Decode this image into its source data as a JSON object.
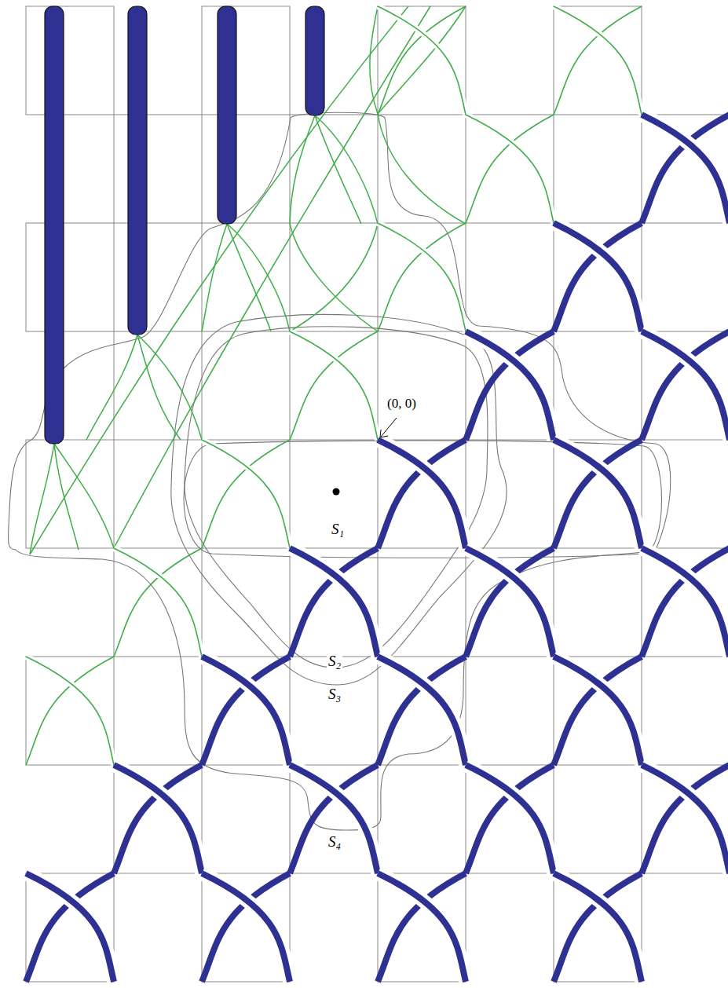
{
  "diagram": {
    "labels": [
      "(0, 0)",
      "S₁",
      "S₂",
      "S₃",
      "S₄"
    ]
  }
}
